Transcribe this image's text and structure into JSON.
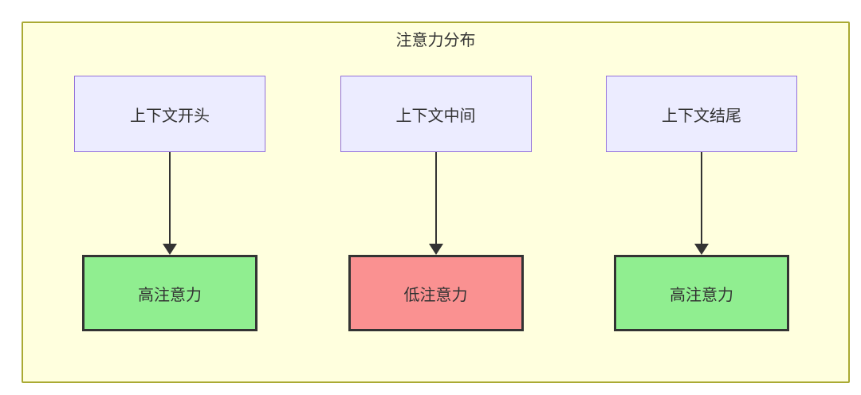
{
  "diagram": {
    "title": "注意力分布",
    "columns": [
      {
        "source": "上下文开头",
        "target": "高注意力",
        "target_type": "high"
      },
      {
        "source": "上下文中间",
        "target": "低注意力",
        "target_type": "low"
      },
      {
        "source": "上下文结尾",
        "target": "高注意力",
        "target_type": "high"
      }
    ],
    "colors": {
      "container_bg": "#ffffde",
      "container_border": "#aaaa33",
      "source_fill": "#ececff",
      "source_border": "#9370db",
      "high_fill": "#90ee90",
      "low_fill": "#fa9191",
      "target_border": "#333333",
      "arrow": "#333333",
      "text": "#333333"
    }
  }
}
